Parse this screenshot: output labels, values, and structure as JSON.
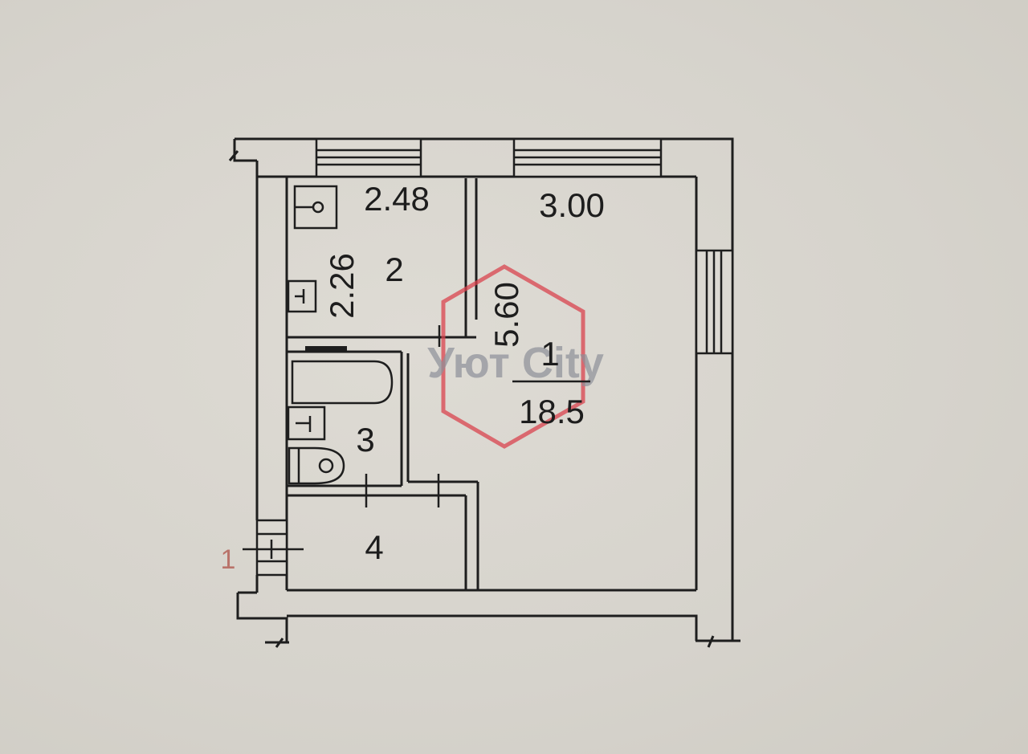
{
  "dimensions": {
    "room1_width": "3.00",
    "room1_length": "5.60",
    "room2_width": "2.48",
    "room2_length": "2.26"
  },
  "rooms": {
    "room1_number": "1",
    "room1_area": "18.5",
    "room2_number": "2",
    "room3_number": "3",
    "room4_number": "4"
  },
  "entrance_marker": "1",
  "watermark": {
    "text": "Уют City",
    "color": "#d9434d"
  }
}
